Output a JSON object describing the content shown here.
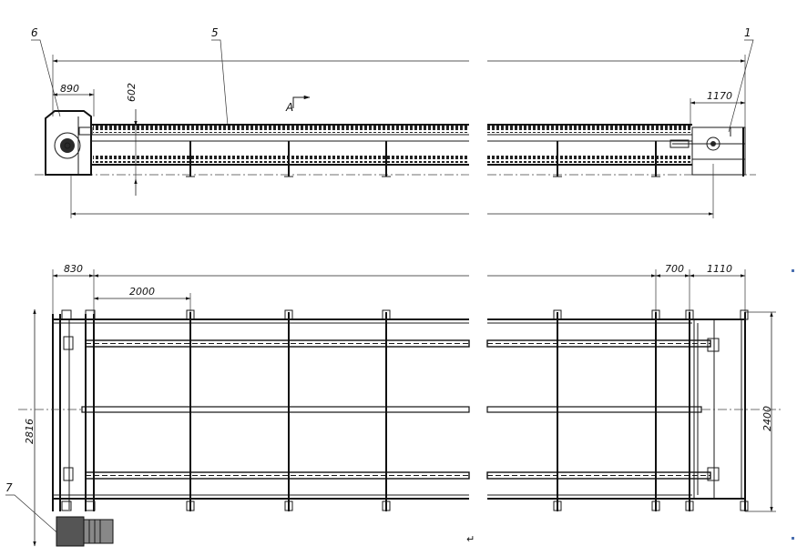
{
  "drawing": {
    "side_view": {
      "dims": {
        "left_end": "890",
        "height": "602",
        "right_end": "1170"
      },
      "labels": {
        "part_6": "6",
        "part_5": "5",
        "part_1": "1",
        "section": "A"
      }
    },
    "plan_view": {
      "dims": {
        "left_end": "830",
        "bay": "2000",
        "right_a": "700",
        "right_b": "1110",
        "overall_width": "2816",
        "track_width": "2400"
      },
      "labels": {
        "part_7": "7"
      }
    },
    "marks": {
      "return_mark": "↵"
    }
  }
}
